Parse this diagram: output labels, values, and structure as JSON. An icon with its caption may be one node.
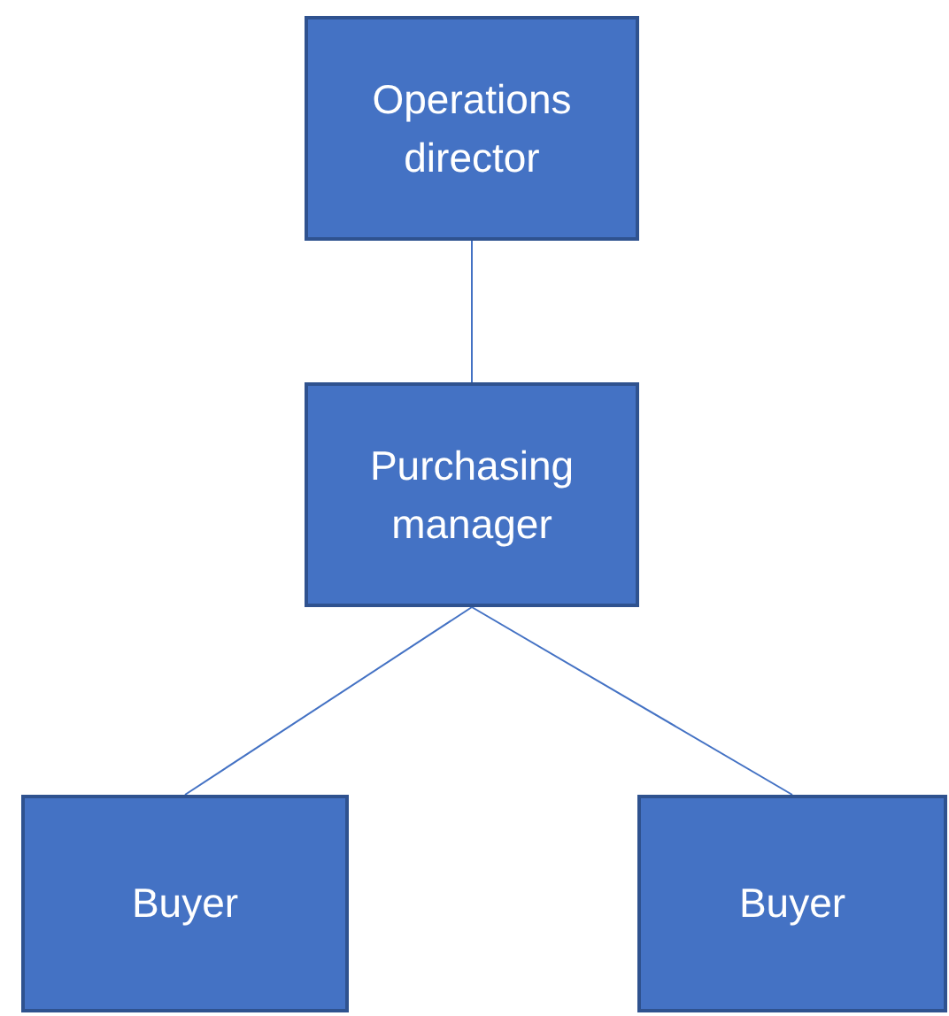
{
  "diagram": {
    "nodes": [
      {
        "text": [
          "Operations director"
        ]
      },
      {
        "text": [
          "Purchasing manager"
        ]
      },
      {
        "text": [
          "Buyer"
        ]
      },
      {
        "text": [
          "Buyer"
        ]
      }
    ],
    "edges": [
      {
        "from": 0,
        "to": 1,
        "arrow": "none"
      },
      {
        "from": 1,
        "to": 2,
        "arrow": "none"
      },
      {
        "from": 1,
        "to": 3,
        "arrow": "none"
      }
    ]
  }
}
